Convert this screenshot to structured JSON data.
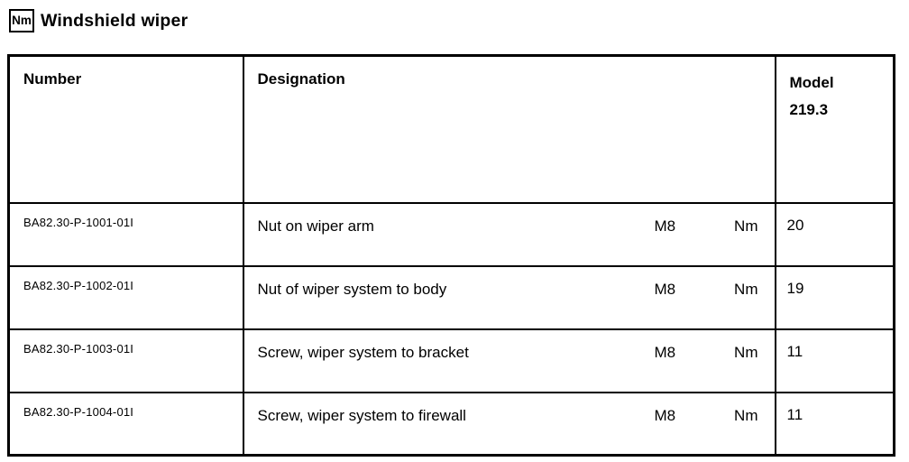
{
  "header": {
    "unit_badge": "Nm",
    "title": "Windshield wiper"
  },
  "table": {
    "headers": {
      "number": "Number",
      "designation": "Designation",
      "model_line1": "Model",
      "model_line2": "219.3"
    },
    "rows": [
      {
        "number": "BA82.30-P-1001-01I",
        "designation": "Nut on wiper arm",
        "thread": "M8",
        "unit": "Nm",
        "value": "20"
      },
      {
        "number": "BA82.30-P-1002-01I",
        "designation": "Nut of wiper system to body",
        "thread": "M8",
        "unit": "Nm",
        "value": "19"
      },
      {
        "number": "BA82.30-P-1003-01I",
        "designation": "Screw, wiper system to bracket",
        "thread": "M8",
        "unit": "Nm",
        "value": "11"
      },
      {
        "number": "BA82.30-P-1004-01I",
        "designation": "Screw, wiper system to firewall",
        "thread": "M8",
        "unit": "Nm",
        "value": "11"
      }
    ]
  },
  "colors": {
    "text": "#000000",
    "background": "#ffffff",
    "border": "#000000"
  }
}
